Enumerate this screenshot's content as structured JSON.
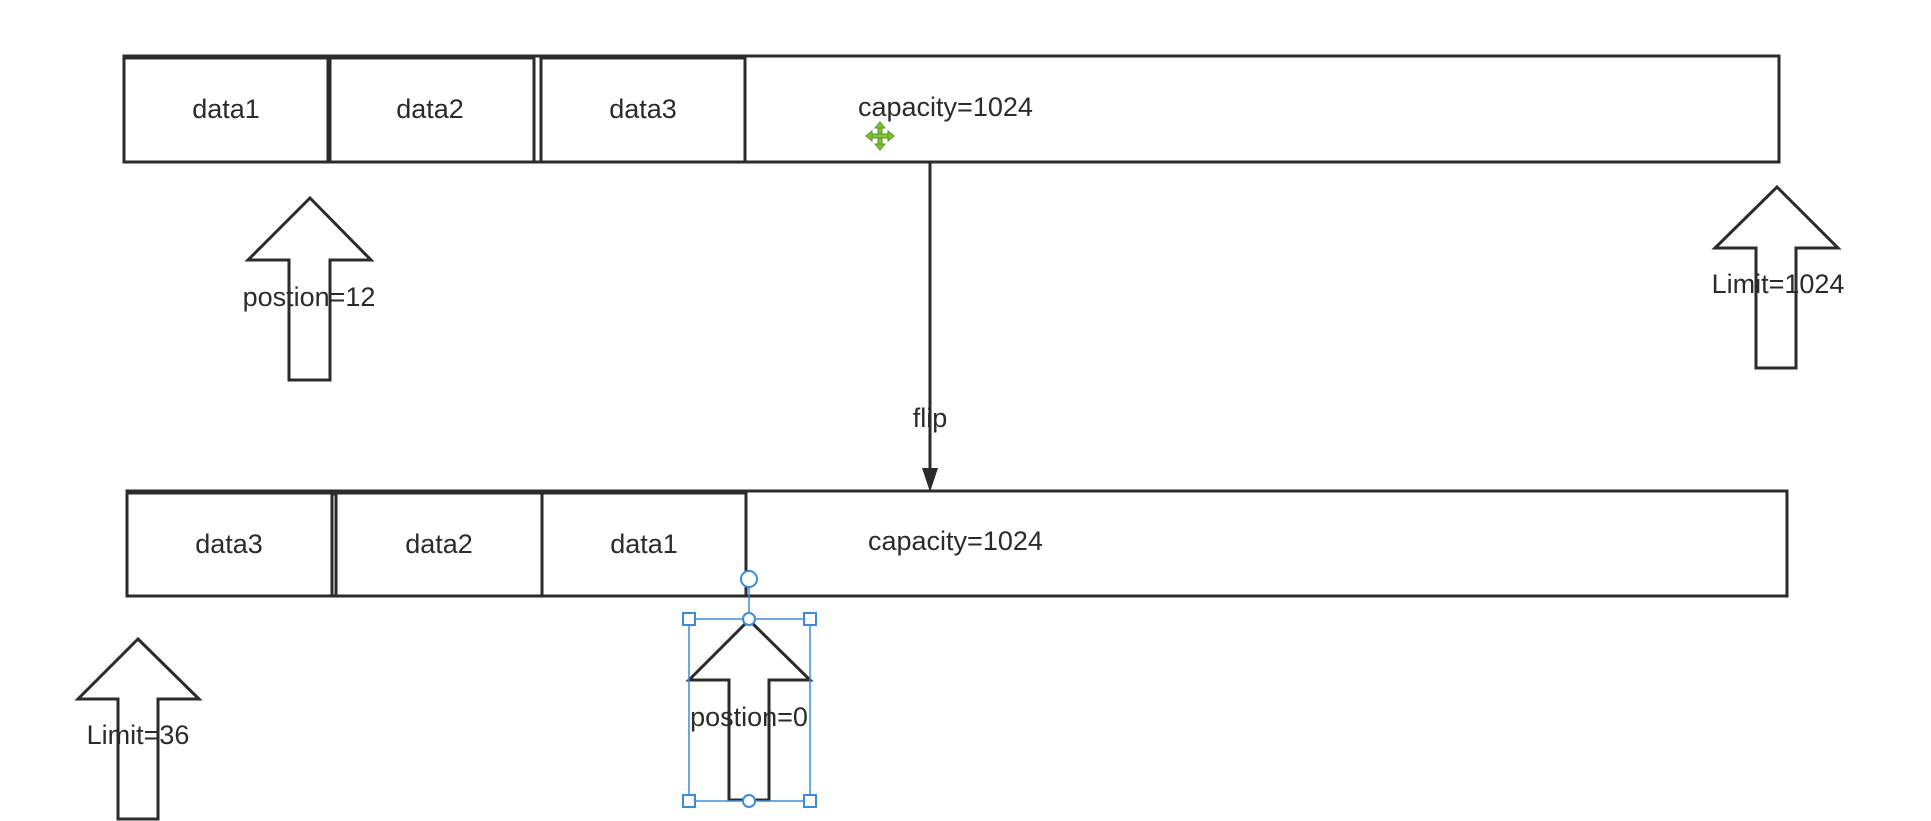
{
  "diagram": {
    "top_buffer": {
      "cells": [
        "data1",
        "data2",
        "data3"
      ],
      "capacity_label": "capacity=1024"
    },
    "bottom_buffer": {
      "cells": [
        "data3",
        "data2",
        "data1"
      ],
      "capacity_label": "capacity=1024"
    },
    "arrows": {
      "top_position_label": "postion=12",
      "top_limit_label": "Limit=1024",
      "bottom_limit_label": "Limit=36",
      "bottom_position_label": "postion=0"
    },
    "connector_label": "flip"
  },
  "colors": {
    "stroke": "#2b2b2b",
    "selection": "#3d8bdc",
    "move_icon": "#7cc23a"
  },
  "icons": {
    "move": "move-cursor-icon"
  }
}
